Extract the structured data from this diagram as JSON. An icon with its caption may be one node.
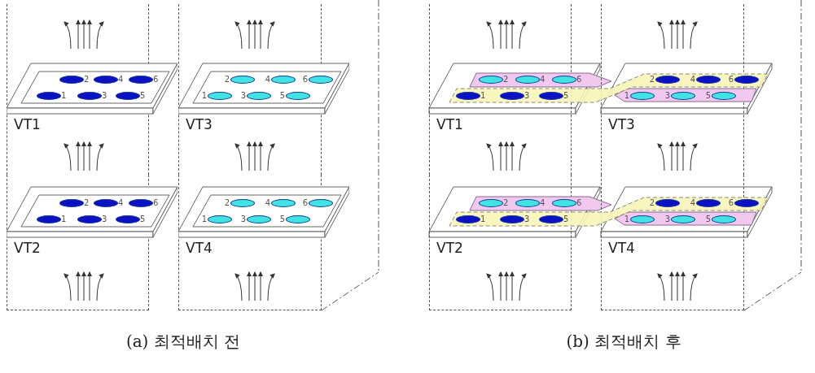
{
  "diagram": {
    "nodes": [
      {
        "text": [
          "VT1"
        ]
      },
      {
        "text": [
          "2",
          "4",
          "6",
          "1",
          "3",
          "5"
        ]
      },
      {
        "text": [
          "VT3"
        ]
      },
      {
        "text": [
          "2",
          "4",
          "6",
          "1",
          "3",
          "5"
        ]
      },
      {
        "text": [
          "VT2"
        ]
      },
      {
        "text": [
          "2",
          "4",
          "6",
          "1",
          "3",
          "5"
        ]
      },
      {
        "text": [
          "VT4"
        ]
      },
      {
        "text": [
          "2",
          "4",
          "6",
          "1",
          "3",
          "5"
        ]
      },
      {
        "text": [
          "VT1"
        ]
      },
      {
        "text": [
          "2",
          "4",
          "6"
        ]
      },
      {
        "text": [
          "1",
          "3",
          "5",
          "2",
          "4",
          "6"
        ]
      },
      {
        "text": [
          "VT3"
        ]
      },
      {
        "text": [
          "1",
          "3",
          "5"
        ]
      },
      {
        "text": [
          "VT2"
        ]
      },
      {
        "text": [
          "2",
          "4",
          "6"
        ]
      },
      {
        "text": [
          "1",
          "3",
          "5",
          "2",
          "4",
          "6"
        ]
      },
      {
        "text": [
          "VT4"
        ]
      },
      {
        "text": [
          "1",
          "3",
          "5"
        ]
      }
    ],
    "labels": [
      "(a) 최적배치 전",
      "(b) 최적배치 후"
    ]
  }
}
